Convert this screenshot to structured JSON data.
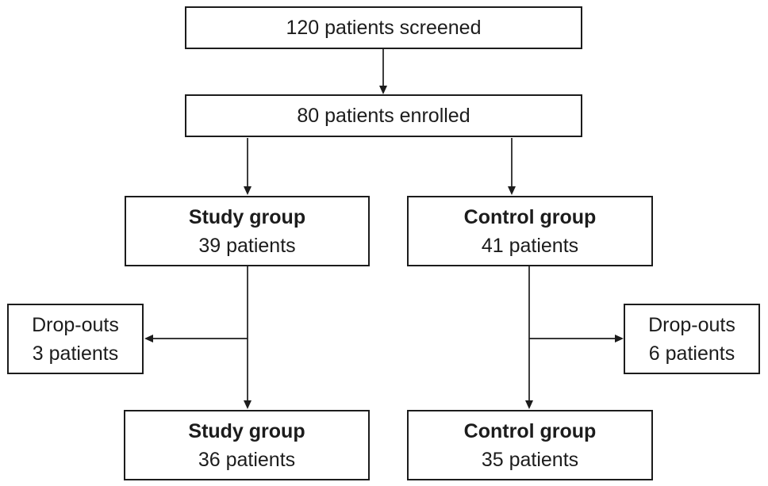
{
  "diagram_type": "flowchart",
  "colors": {
    "background": "#ffffff",
    "box_border": "#1c1c1c",
    "text": "#1c1c1c",
    "connector": "#1c1c1c"
  },
  "nodes": {
    "screened": {
      "label": "120 patients screened"
    },
    "enrolled": {
      "label": "80 patients enrolled"
    },
    "study_initial": {
      "title": "Study group",
      "count": "39 patients"
    },
    "control_initial": {
      "title": "Control group",
      "count": "41 patients"
    },
    "study_dropouts": {
      "title": "Drop-outs",
      "count": "3 patients"
    },
    "control_dropouts": {
      "title": "Drop-outs",
      "count": "6 patients"
    },
    "study_final": {
      "title": "Study group",
      "count": "36 patients"
    },
    "control_final": {
      "title": "Control group",
      "count": "35 patients"
    }
  }
}
